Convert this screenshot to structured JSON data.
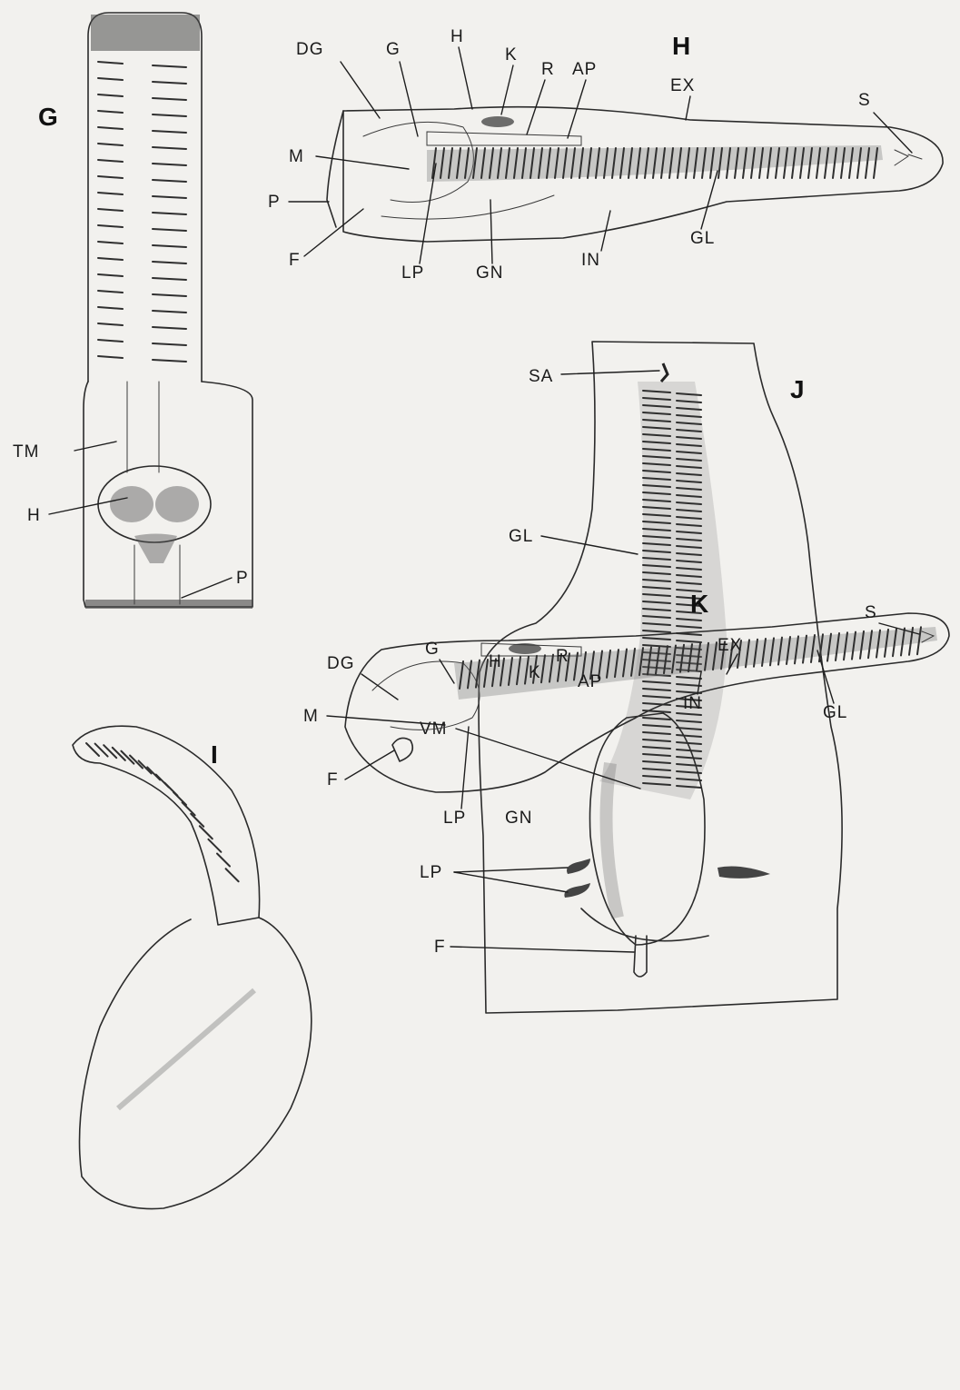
{
  "figures": [
    {
      "id": "G",
      "labels": [
        "TM",
        "H",
        "P"
      ]
    },
    {
      "id": "H",
      "labels": [
        "DG",
        "G",
        "H",
        "K",
        "R",
        "AP",
        "EX",
        "S",
        "M",
        "P",
        "F",
        "LP",
        "GN",
        "IN",
        "GL"
      ]
    },
    {
      "id": "I",
      "labels": []
    },
    {
      "id": "J",
      "labels": [
        "SA",
        "GL",
        "VM",
        "LP",
        "F"
      ]
    },
    {
      "id": "K",
      "labels": [
        "DG",
        "G",
        "H",
        "K",
        "R",
        "AP",
        "EX",
        "S",
        "M",
        "F",
        "LP",
        "GN",
        "IN",
        "GL"
      ]
    }
  ],
  "palette": {
    "background": "#f2f1ee",
    "ink": "#2b2b2b"
  }
}
